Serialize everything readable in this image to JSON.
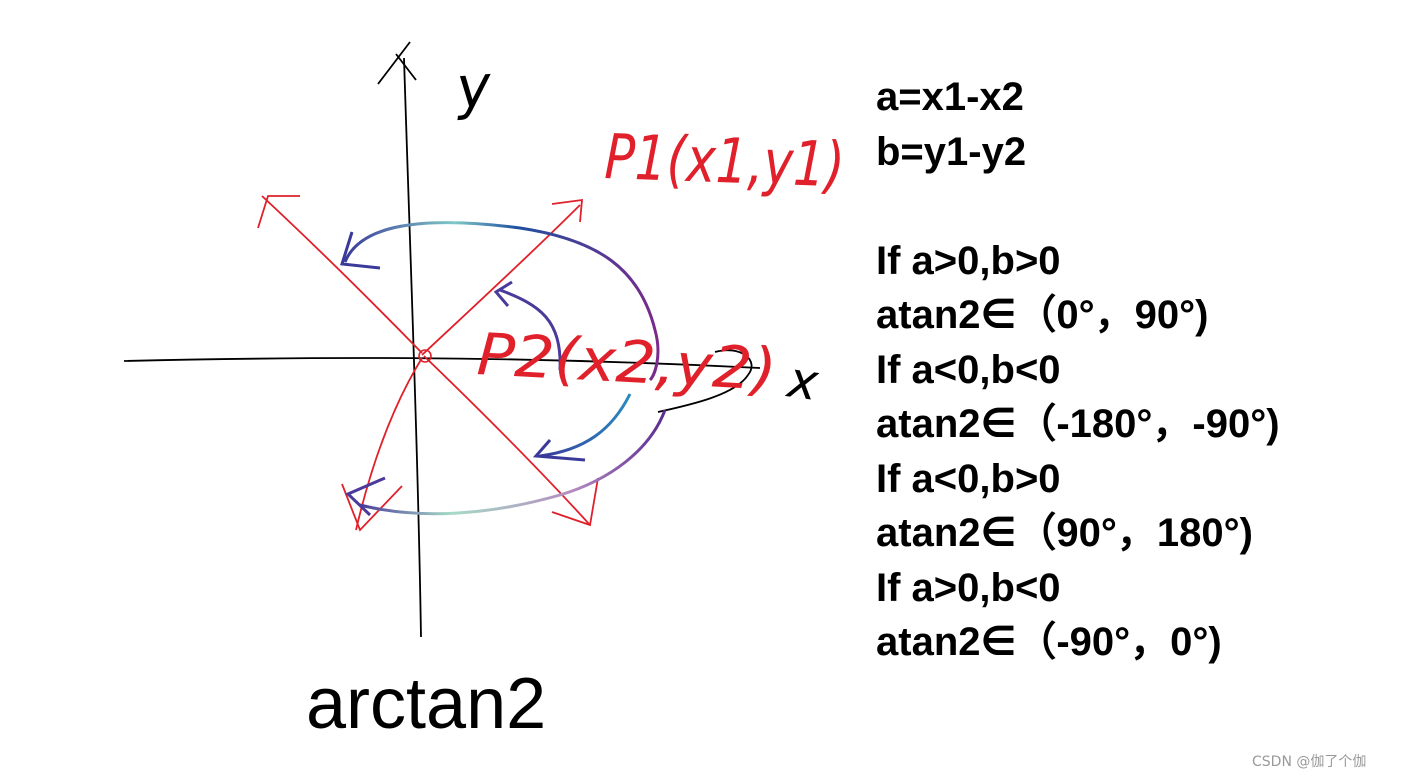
{
  "labels": {
    "x_axis": "x",
    "y_axis": "y",
    "p1": "P1(x1,y1)",
    "p2": "P2(x2,y2)"
  },
  "notes": {
    "definitions": [
      "a=x1-x2",
      "b=y1-y2"
    ],
    "cases": [
      {
        "condition": "If a>0,b>0",
        "range": "atan2∈（0°，90°)"
      },
      {
        "condition": "If a<0,b<0",
        "range": "atan2∈（-180°，-90°)"
      },
      {
        "condition": "If a<0,b>0",
        "range": "atan2∈（90°，180°)"
      },
      {
        "condition": "If a>0,b<0",
        "range": "atan2∈（-90°，0°)"
      }
    ]
  },
  "caption": "arctan2",
  "watermark": "CSDN @伽了个伽",
  "colors": {
    "axes": "#000000",
    "diagonals": "#e0202a",
    "arc_start": "#4a3aa0",
    "arc_mid": "#9fd8c0",
    "arc_end": "#6a2a90"
  }
}
